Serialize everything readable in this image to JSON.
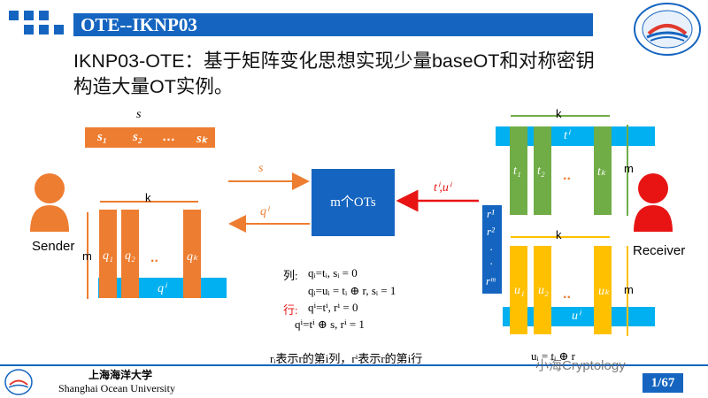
{
  "slide": {
    "title": "OTE--IKNP03",
    "heading_line1": "IKNP03-OTE：基于矩阵变化思想实现少量baseOT和对称密钥",
    "heading_line2": "构造大量OT实例。"
  },
  "diagram": {
    "sender_label": "Sender",
    "receiver_label": "Receiver",
    "s_top": "s",
    "s_vector": [
      "s₁",
      "s₂",
      "…",
      "sₖ"
    ],
    "k_label": "k",
    "m_label": "m",
    "sender_cols": [
      "q₁",
      "q₂",
      "..",
      "qₖ"
    ],
    "sender_row": "qⁱ",
    "receiver_top_cols": [
      "t₁",
      "t₂",
      "..",
      "tₖ"
    ],
    "receiver_top_row": "tⁱ",
    "receiver_bottom_cols": [
      "u₁",
      "u₂",
      "..",
      "uₖ"
    ],
    "receiver_bottom_row": "uⁱ",
    "r_vector": [
      "r¹",
      "r²",
      "·",
      "·",
      "rᵐ"
    ],
    "ot_box": "m个OTs",
    "arrow_s": "s",
    "arrow_qi": "qⁱ",
    "arrow_ti_ui": "tⁱ,uⁱ",
    "colors": {
      "orange": "#ed7d31",
      "green": "#70ad47",
      "yellow": "#ffc000",
      "cyan": "#00b0f0",
      "blue": "#1565c0",
      "red": "#e81414"
    }
  },
  "formulas": {
    "col_label": "列:",
    "col_eq1": "qᵢ=tᵢ, sᵢ = 0",
    "col_eq2": "qᵢ=uᵢ = tᵢ ⊕ r, sᵢ = 1",
    "row_label": "行:",
    "row_eq1": "qⁱ=tⁱ, rⁱ = 0",
    "row_eq2": "qⁱ=tⁱ ⊕ s, rⁱ = 1"
  },
  "notes": {
    "bottom_note": "rᵢ表示r的第i列，rⁱ表示r的第i行",
    "bottom_right_eq": "uᵢ = tᵢ ⊕ r"
  },
  "footer": {
    "school_cn": "上海海洋大学",
    "school_en": "Shanghai Ocean University",
    "page": "1/67",
    "watermark": "小海Cryptology"
  }
}
